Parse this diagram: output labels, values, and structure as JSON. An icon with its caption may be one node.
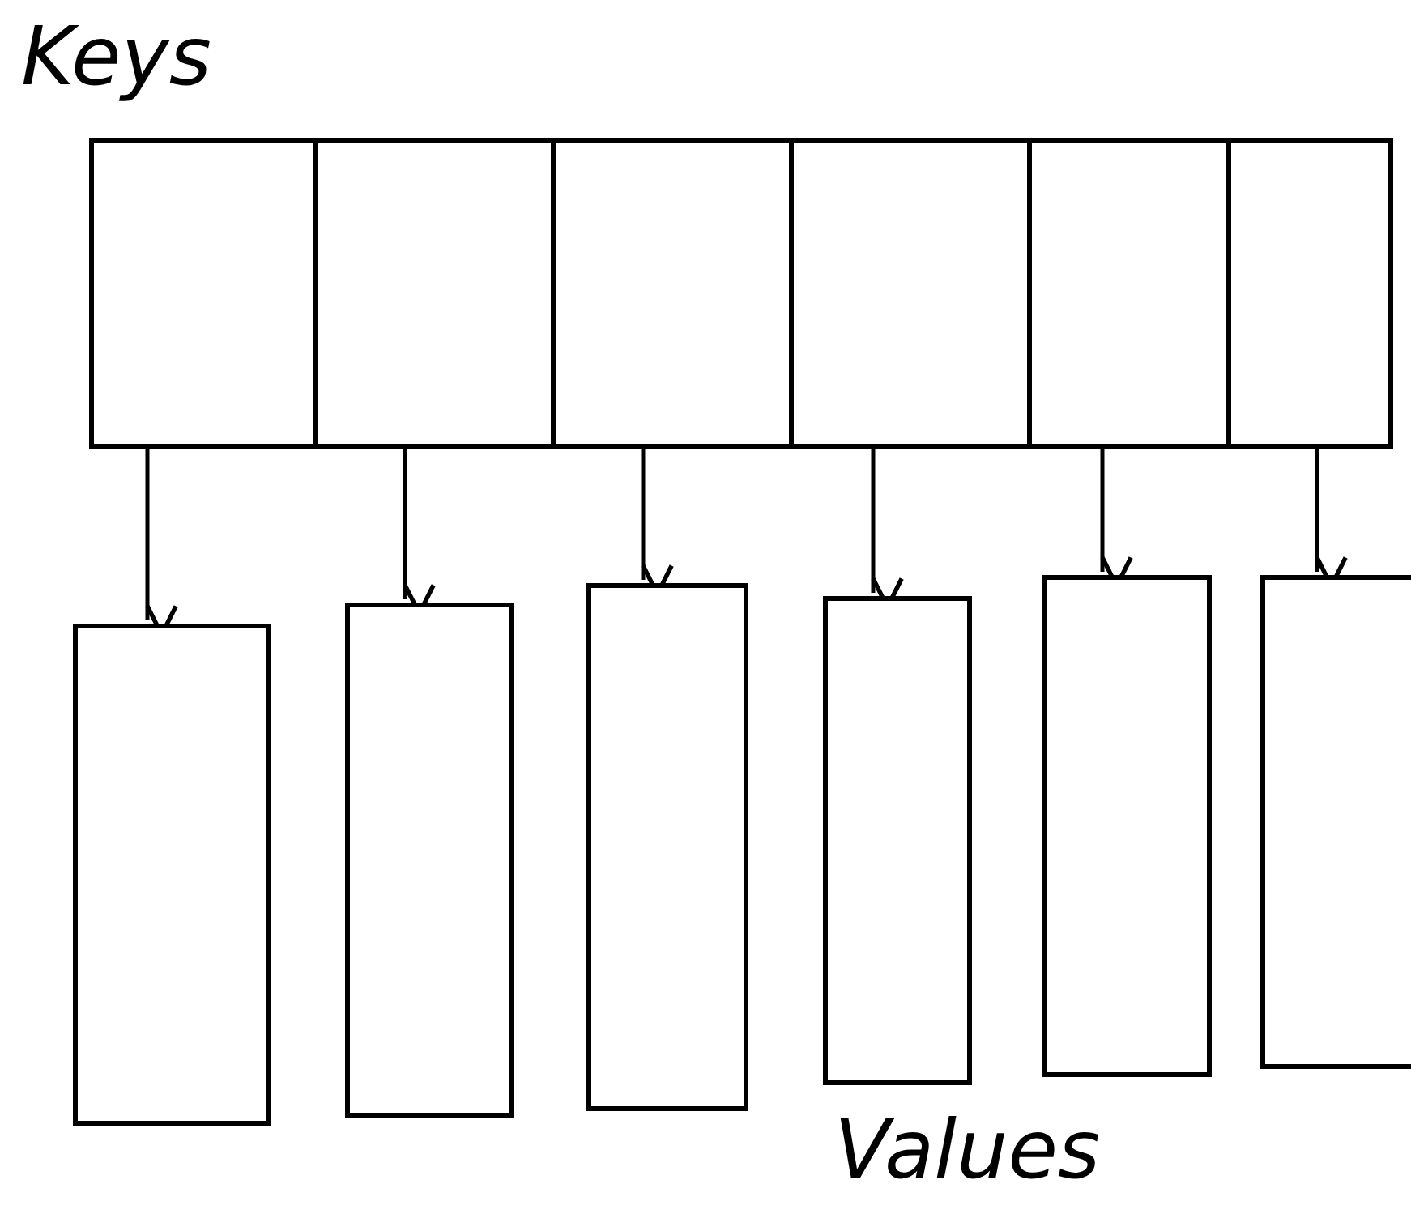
{
  "diagram": {
    "nodes": [
      {
        "text": [
          "Keys"
        ]
      },
      {
        "text": [],
        "shape": "box",
        "in": 0
      },
      {
        "text": [],
        "shape": "box",
        "in": 0
      },
      {
        "text": [],
        "shape": "box",
        "in": 0
      },
      {
        "text": [],
        "shape": "box",
        "in": 0
      },
      {
        "text": [],
        "shape": "box",
        "in": 0
      },
      {
        "text": [],
        "shape": "box",
        "in": 0
      },
      {
        "text": [],
        "shape": "box"
      },
      {
        "text": [],
        "shape": "box"
      },
      {
        "text": [],
        "shape": "box"
      },
      {
        "text": [],
        "shape": "box"
      },
      {
        "text": [],
        "shape": "box"
      },
      {
        "text": [],
        "shape": "box"
      }
    ],
    "edges": [
      {
        "from": 1,
        "to": 7,
        "arrow": "to"
      },
      {
        "from": 2,
        "to": 8,
        "arrow": "to"
      },
      {
        "from": 3,
        "to": 9,
        "arrow": "to"
      },
      {
        "from": 4,
        "to": 10,
        "arrow": "to"
      },
      {
        "from": 5,
        "to": 11,
        "arrow": "to"
      },
      {
        "from": 6,
        "to": 12,
        "arrow": "to"
      }
    ],
    "labels": [
      "Values"
    ]
  }
}
